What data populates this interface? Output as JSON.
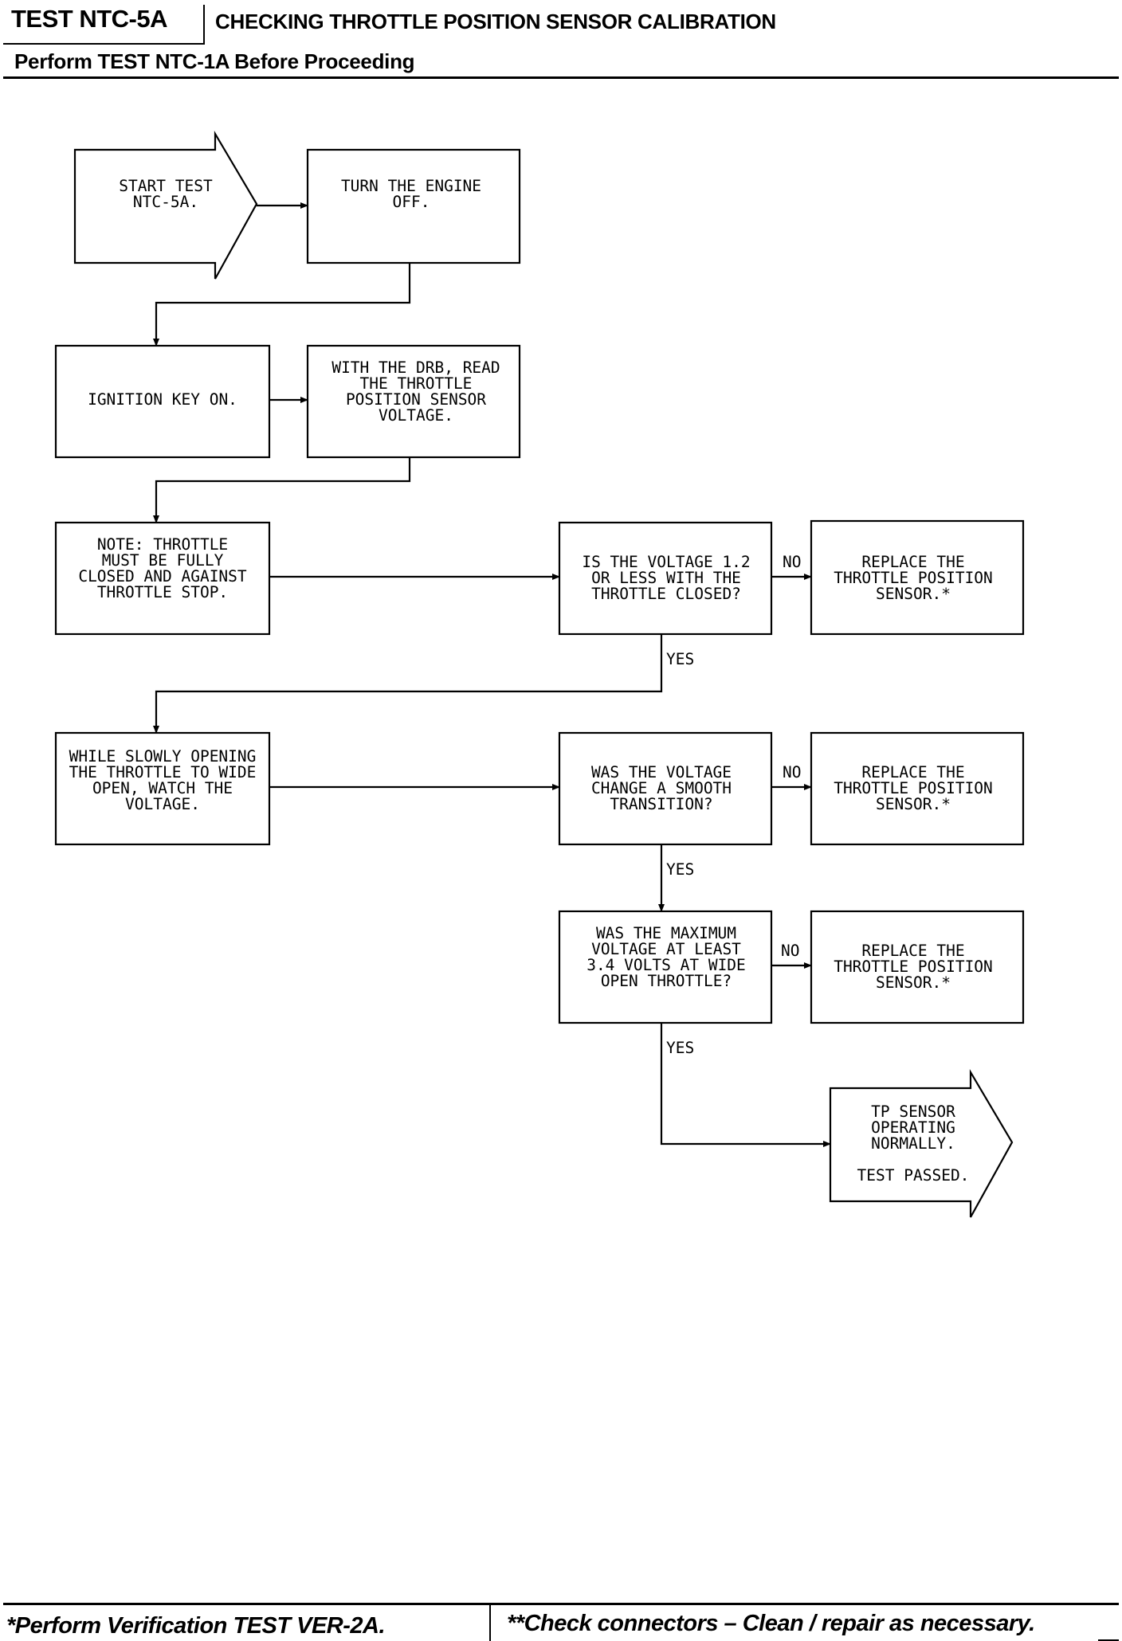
{
  "header": {
    "test_id": "TEST NTC-5A",
    "title": "CHECKING THROTTLE POSITION SENSOR CALIBRATION",
    "subtitle": "Perform TEST NTC-1A Before Proceeding"
  },
  "flowchart": {
    "start": [
      "START TEST",
      "NTC-5A."
    ],
    "turn_off": [
      "TURN THE ENGINE",
      "OFF."
    ],
    "ignition": [
      "IGNITION KEY ON."
    ],
    "read_drb": [
      "WITH THE DRB, READ",
      "THE THROTTLE",
      "POSITION SENSOR",
      "VOLTAGE."
    ],
    "note": [
      "NOTE: THROTTLE",
      "MUST BE FULLY",
      "CLOSED AND AGAINST",
      "THROTTLE STOP."
    ],
    "q1": [
      "IS THE VOLTAGE 1.2",
      "OR LESS WITH THE",
      "THROTTLE CLOSED?"
    ],
    "replace1": [
      "REPLACE THE",
      "THROTTLE POSITION",
      "SENSOR.*"
    ],
    "open_watch": [
      "WHILE SLOWLY OPENING",
      "THE THROTTLE TO WIDE",
      "OPEN, WATCH THE",
      "VOLTAGE."
    ],
    "q2": [
      "WAS THE VOLTAGE",
      "CHANGE A SMOOTH",
      "TRANSITION?"
    ],
    "replace2": [
      "REPLACE THE",
      "THROTTLE POSITION",
      "SENSOR.*"
    ],
    "q3": [
      "WAS THE MAXIMUM",
      "VOLTAGE AT LEAST",
      "3.4 VOLTS AT WIDE",
      "OPEN THROTTLE?"
    ],
    "replace3": [
      "REPLACE THE",
      "THROTTLE POSITION",
      "SENSOR.*"
    ],
    "end": [
      "TP SENSOR",
      "OPERATING",
      "NORMALLY.",
      "",
      "TEST PASSED."
    ],
    "labels": {
      "yes": "YES",
      "no": "NO"
    }
  },
  "footer": {
    "left": "*Perform Verification TEST VER-2A.",
    "right": "**Check connectors – Clean / repair as necessary."
  }
}
